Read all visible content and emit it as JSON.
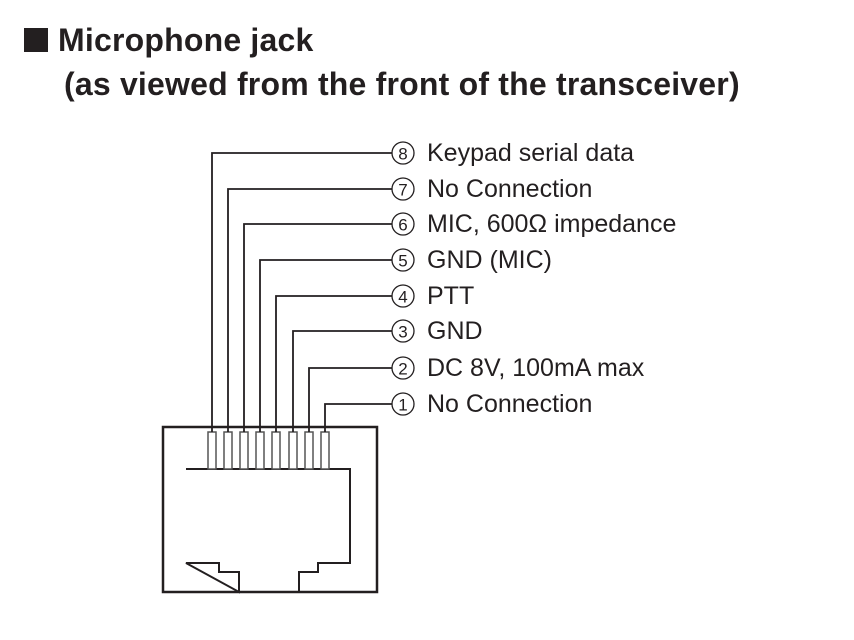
{
  "title": "Microphone jack",
  "subtitle": "(as viewed from the front of the transceiver)",
  "pins": [
    {
      "number": "8",
      "label": "Keypad serial data"
    },
    {
      "number": "7",
      "label": "No Connection"
    },
    {
      "number": "6",
      "label": "MIC, 600Ω impedance"
    },
    {
      "number": "5",
      "label": "GND (MIC)"
    },
    {
      "number": "4",
      "label": "PTT"
    },
    {
      "number": "3",
      "label": "GND"
    },
    {
      "number": "2",
      "label": "DC 8V, 100mA max"
    },
    {
      "number": "1",
      "label": "No Connection"
    }
  ]
}
